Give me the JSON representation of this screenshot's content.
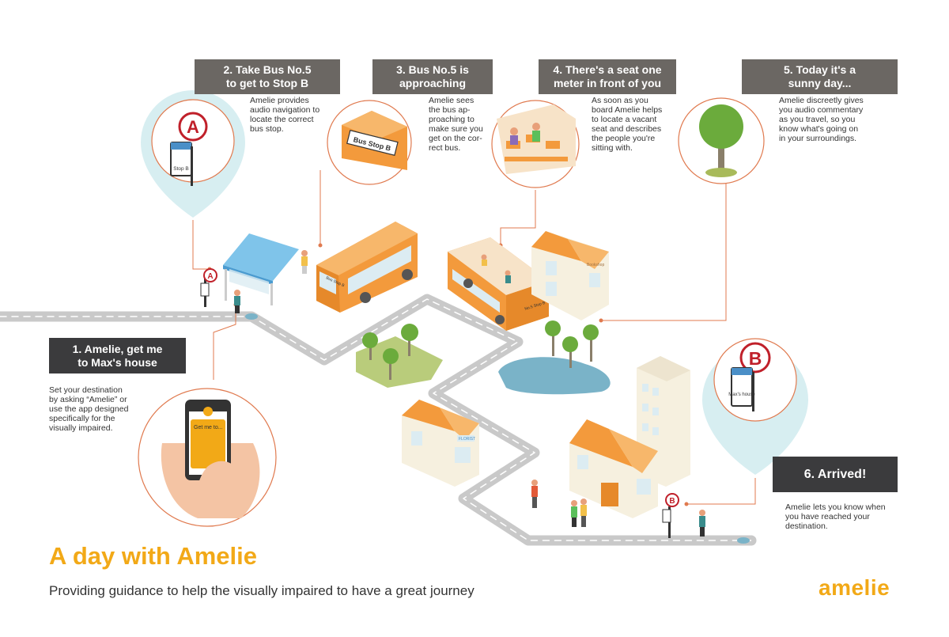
{
  "title": "A day with Amelie",
  "subtitle": "Providing guidance to help the visually impaired to have a great journey",
  "brand": "amelie",
  "colors": {
    "accent": "#f2a917",
    "bus": "#f39a3c",
    "callout": "#6b6763",
    "callout_dark": "#3b3b3d",
    "road": "#c9c9c9",
    "pin": "#d7eef1",
    "stroke": "#e07a4f"
  },
  "steps": [
    {
      "heading_lines": [
        "1. Amelie, get me",
        "to Max's house"
      ],
      "body_lines": [
        "Set your destination",
        "by asking “Amelie” or",
        "use the app designed",
        "specifically for the",
        "visually impaired."
      ],
      "icon": "phone-icon",
      "phone_text": "Get me to..."
    },
    {
      "heading_lines": [
        "2. Take Bus No.5",
        "to get to Stop B"
      ],
      "body_lines": [
        "Amelie provides",
        "audio navigation to",
        "locate the correct",
        "bus stop."
      ],
      "icon": "bus-stop-sign-icon",
      "stop_letter": "A",
      "sign_text": "Stop B"
    },
    {
      "heading_lines": [
        "3. Bus No.5 is",
        "approaching"
      ],
      "body_lines": [
        "Amelie sees",
        "the bus ap-",
        "proaching to",
        "make sure you",
        "get on the cor-",
        "rect bus."
      ],
      "icon": "bus-icon",
      "bus_label": "Bus Stop B"
    },
    {
      "heading_lines": [
        "4. There's a seat one",
        "meter in front of you"
      ],
      "body_lines": [
        "As soon as you",
        "board Amelie helps",
        "to locate a vacant",
        "seat and describes",
        "the people you're",
        "sitting with."
      ],
      "icon": "bus-interior-icon"
    },
    {
      "heading_lines": [
        "5. Today it's a",
        "sunny day..."
      ],
      "body_lines": [
        "Amelie discreetly gives",
        "you audio commentary",
        "as you travel, so you",
        "know what's going on",
        "in your surroundings."
      ],
      "icon": "tree-icon"
    },
    {
      "heading_lines": [
        "6. Arrived!"
      ],
      "body_lines": [
        "Amelie lets you know when",
        "you have reached your",
        "destination."
      ],
      "icon": "arrival-sign-icon",
      "stop_letter": "B",
      "sign_text": "Max's house"
    }
  ],
  "map_labels": {
    "stop_a": "A",
    "stop_b": "B",
    "bus_front": "Bus Stop B",
    "bus_side": "No.5 Stop B",
    "shop": "Bookshop",
    "florist": "FLORIST"
  }
}
